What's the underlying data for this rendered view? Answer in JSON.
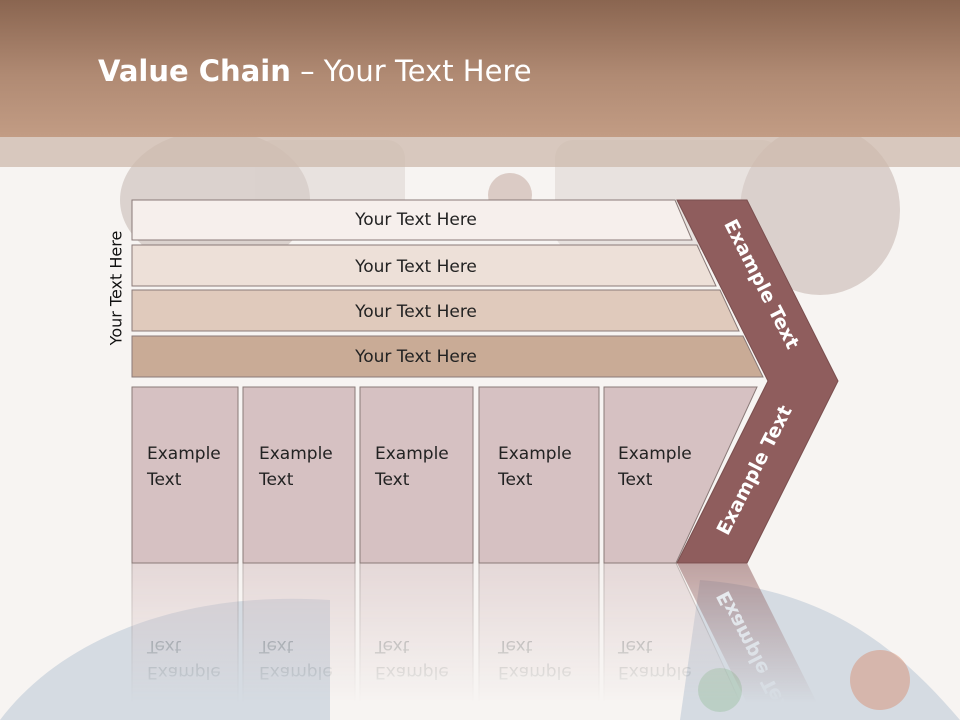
{
  "slide": {
    "title_bold": "Value Chain",
    "title_rest": " – Your Text Here",
    "vertical_label": "Your Text Here"
  },
  "bars": [
    {
      "label": "Your Text Here",
      "fill": "#f6efec"
    },
    {
      "label": "Your Text Here",
      "fill": "#ede0d8"
    },
    {
      "label": "Your Text Here",
      "fill": "#e0cabc"
    },
    {
      "label": "Your Text Here",
      "fill": "#c9ab96"
    }
  ],
  "columns": [
    {
      "line1": "Example",
      "line2": "Text"
    },
    {
      "line1": "Example",
      "line2": "Text"
    },
    {
      "line1": "Example",
      "line2": "Text"
    },
    {
      "line1": "Example",
      "line2": "Text"
    },
    {
      "line1": "Example",
      "line2": "Text"
    }
  ],
  "arrow": {
    "upper_label": "Example Text",
    "lower_label": "Example Text",
    "fill": "#8f5d5d"
  },
  "colors": {
    "header": "#a07e69",
    "column_fill": "#d6c1c2",
    "column_stroke": "#8a7a78"
  }
}
